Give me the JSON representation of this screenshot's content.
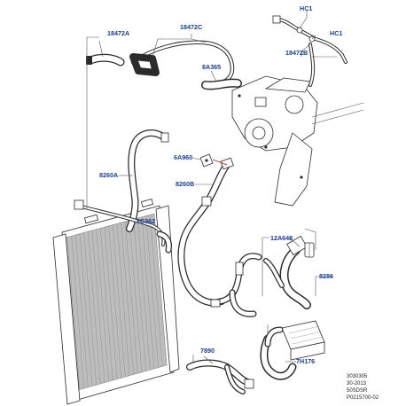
{
  "callouts": {
    "c18472a": "18472A",
    "c18472c": "18472C",
    "hc1_top": "HC1",
    "hc1_right": "HC1",
    "c18472b": "18472B",
    "c8a365": "8A365",
    "c6a960": "6A960",
    "c8260b": "8260B",
    "c8260a": "8260A",
    "c8c362": "8C362",
    "c12a648": "12A648",
    "c8286": "8286",
    "c7890": "7890",
    "c7h176": "7H176"
  },
  "footer": {
    "line1": "3030305",
    "line2": "30-2013",
    "line3": "50SDSR",
    "line4": "P0215700-02"
  },
  "colors": {
    "callout_text": "#1a3d8f",
    "highlight": "#d42020",
    "linework": "#2b2b2b"
  }
}
